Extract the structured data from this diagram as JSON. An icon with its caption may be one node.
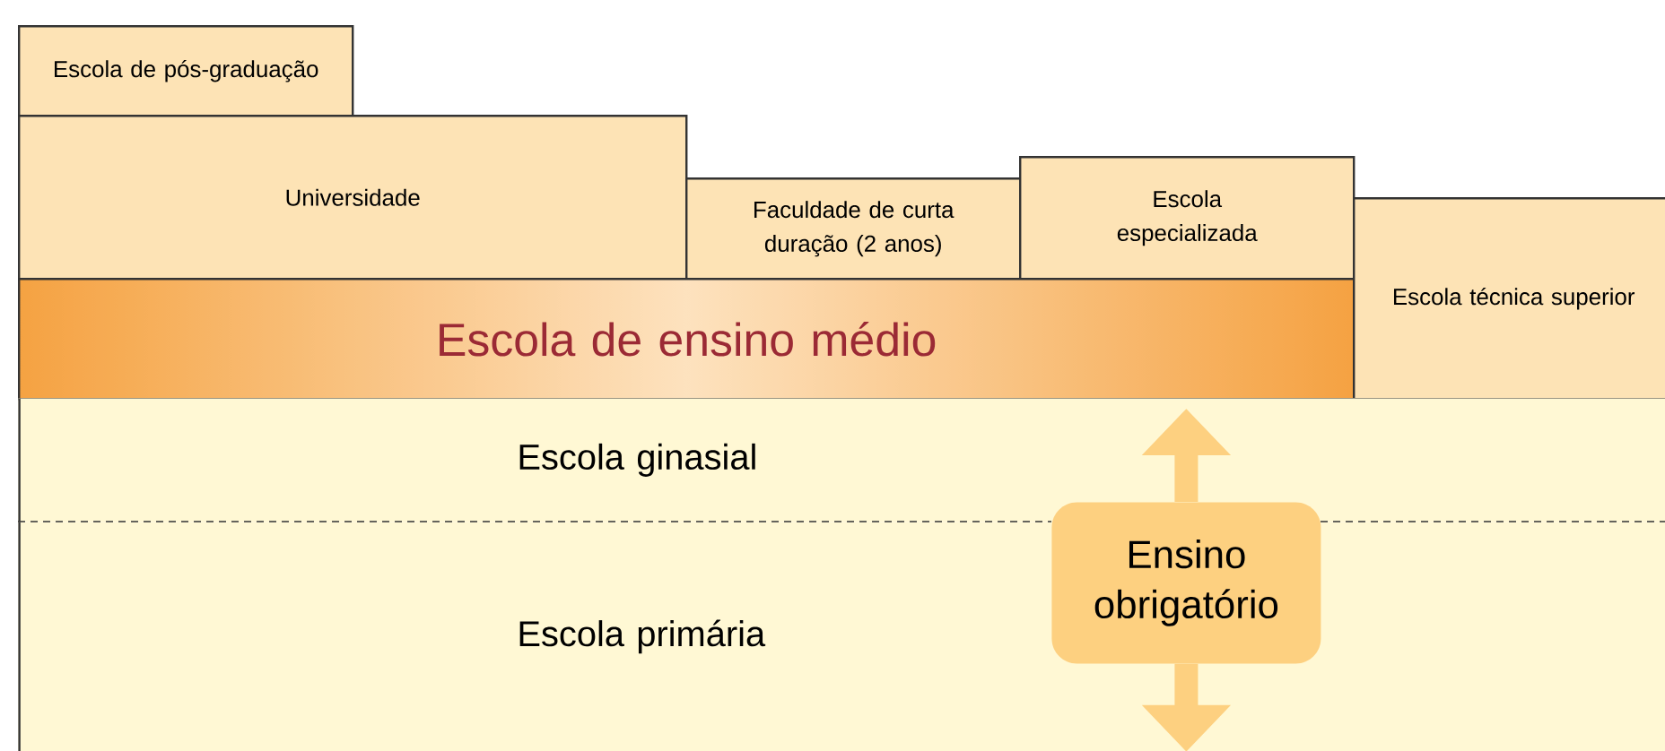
{
  "diagram": {
    "nodes": [
      {
        "text": [
          "Escola de pós-graduação"
        ]
      },
      {
        "text": [
          "Universidade"
        ]
      },
      {
        "text": [
          "Faculdade de curta duração (2 anos)"
        ]
      },
      {
        "text": [
          "Escola especializada"
        ]
      },
      {
        "text": [
          "Escola de ensino médio"
        ]
      },
      {
        "text": [
          "Escola técnica superior"
        ]
      },
      {
        "text": [
          "Escola ginasial"
        ]
      },
      {
        "text": [
          "Escola primária"
        ]
      },
      {
        "text": [
          "Ensino obrigatório"
        ]
      }
    ],
    "edges": [
      {
        "from": 8,
        "to": 6,
        "arrow": "to"
      },
      {
        "from": 8,
        "to": 7,
        "arrow": "to"
      }
    ]
  }
}
